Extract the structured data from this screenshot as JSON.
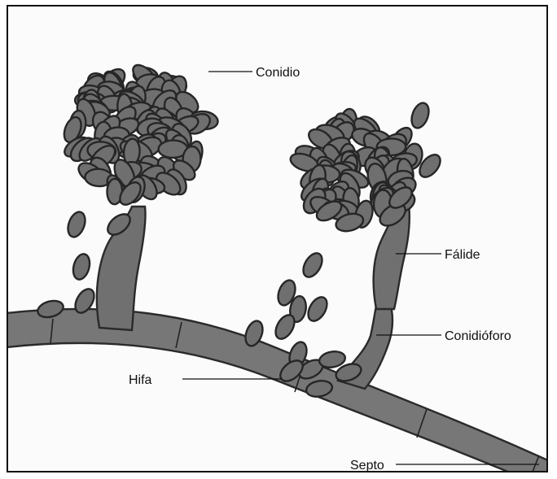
{
  "labels": {
    "conidio": "Conidio",
    "falide": "Fálide",
    "conidioforo": "Conidióforo",
    "hifa": "Hifa",
    "septo": "Septo"
  },
  "colors": {
    "cell_fill": "#6f6f6f",
    "cell_outline": "#262626",
    "background": "#fbfbfb"
  }
}
